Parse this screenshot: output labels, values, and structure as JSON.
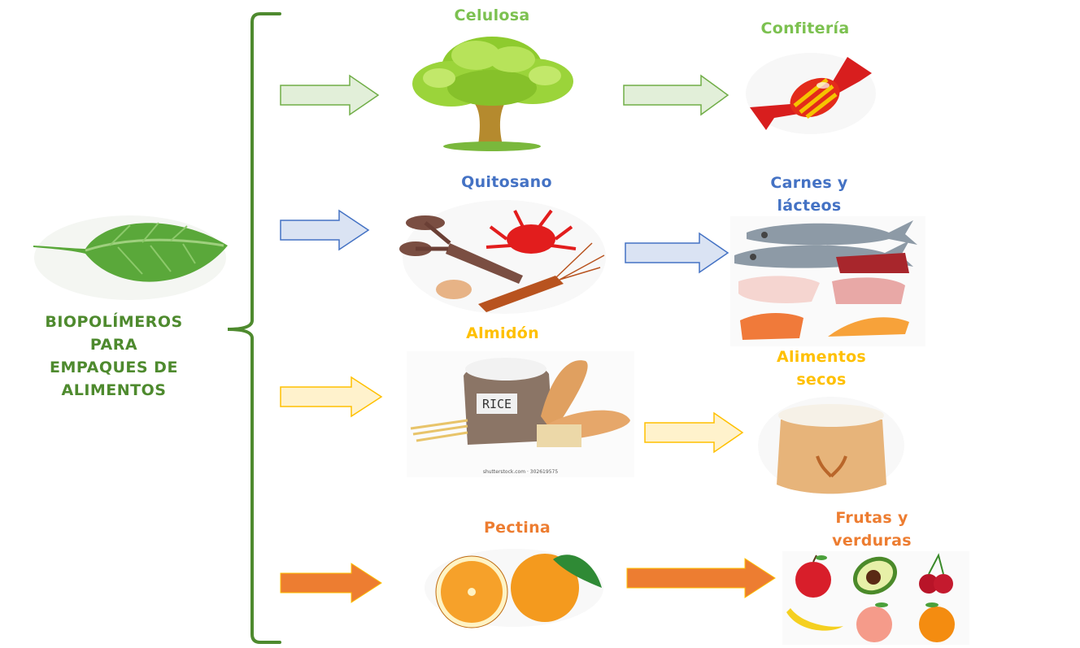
{
  "title": {
    "lines": [
      "BIOPOLÍMEROS",
      "PARA",
      "EMPAQUES DE",
      "ALIMENTOS"
    ],
    "color": "#4e8a2e"
  },
  "rows": [
    {
      "biopolymer": "Celulosa",
      "biopolymer_icon": "tree-icon",
      "application_lines": [
        "Confitería"
      ],
      "application_icon": "candy-icon",
      "color": "#7cc150",
      "arrow_fill": "#e2efd9",
      "arrow_stroke": "#70ad47"
    },
    {
      "biopolymer": "Quitosano",
      "biopolymer_icon": "crustaceans-icon",
      "application_lines": [
        "Carnes y",
        "lácteos"
      ],
      "application_icon": "meat-fish-icon",
      "color": "#4472c4",
      "arrow_fill": "#dae3f3",
      "arrow_stroke": "#4472c4"
    },
    {
      "biopolymer": "Almidón",
      "biopolymer_icon": "rice-bread-icon",
      "biopolymer_image_text": "RICE",
      "biopolymer_image_caption": "shutterstock.com · 302619575",
      "application_lines": [
        "Alimentos",
        "secos"
      ],
      "application_icon": "grain-sack-icon",
      "color": "#ffc000",
      "arrow_fill": "#fff2cc",
      "arrow_stroke": "#ffc000"
    },
    {
      "biopolymer": "Pectina",
      "biopolymer_icon": "orange-icon",
      "application_lines": [
        "Frutas y",
        "verduras"
      ],
      "application_icon": "fruits-icon",
      "color": "#ed7d31",
      "arrow_fill": "#ed7d31",
      "arrow_stroke": "#ffc000"
    }
  ],
  "bracket_color": "#4e8a2e"
}
